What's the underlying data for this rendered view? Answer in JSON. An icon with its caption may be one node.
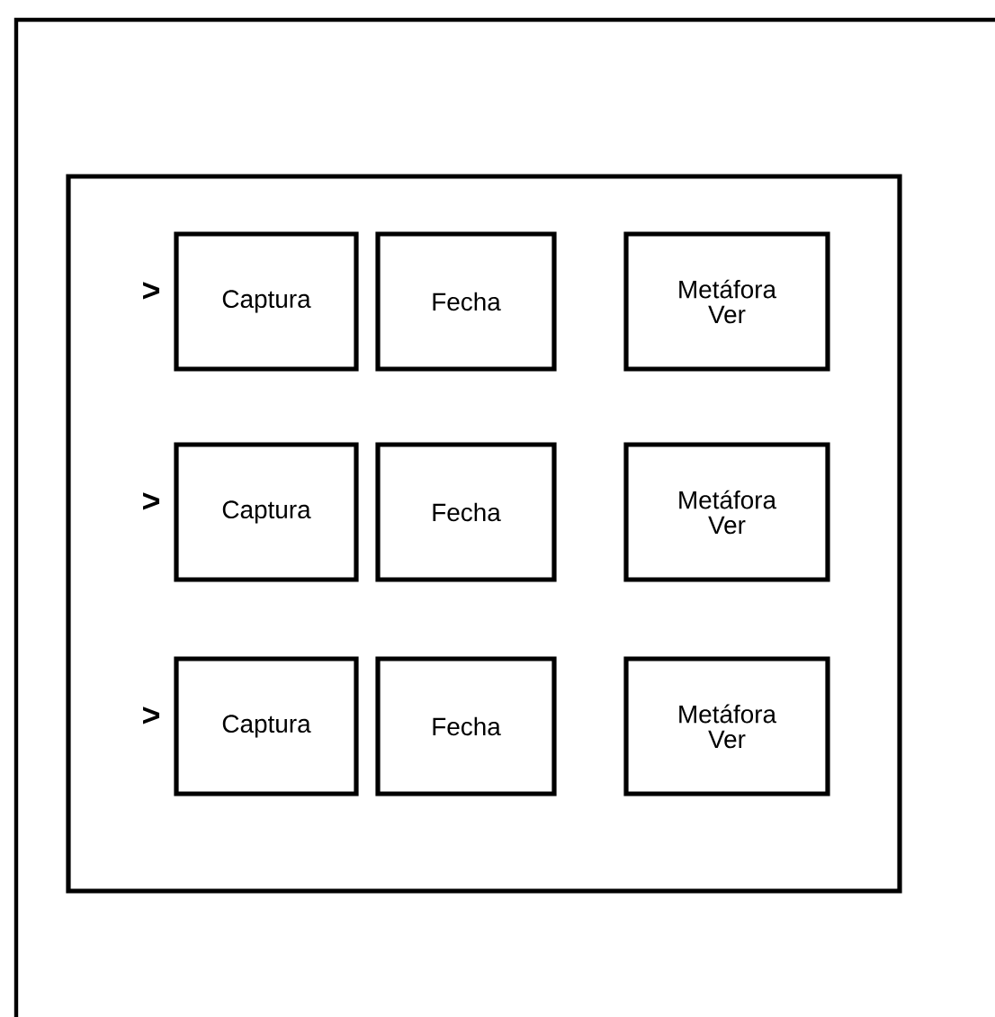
{
  "diagram": {
    "nodes": [
      {
        "text": [],
        "shape": "box"
      },
      {
        "text": [],
        "shape": "box",
        "in": 0
      },
      {
        "text": [
          "Captura"
        ],
        "in": 1,
        "beside": [
          ">"
        ]
      },
      {
        "text": [
          "Fecha"
        ],
        "in": 1
      },
      {
        "text": [
          "Metáfora",
          "Ver"
        ],
        "in": 1
      },
      {
        "text": [
          "Captura"
        ],
        "in": 1,
        "beside": [
          ">"
        ]
      },
      {
        "text": [
          "Fecha"
        ],
        "in": 1
      },
      {
        "text": [
          "Metáfora",
          "Ver"
        ],
        "in": 1
      },
      {
        "text": [
          "Captura"
        ],
        "in": 1,
        "beside": [
          ">"
        ]
      },
      {
        "text": [
          "Fecha"
        ],
        "in": 1
      },
      {
        "text": [
          "Metáfora",
          "Ver"
        ],
        "in": 1
      }
    ]
  }
}
